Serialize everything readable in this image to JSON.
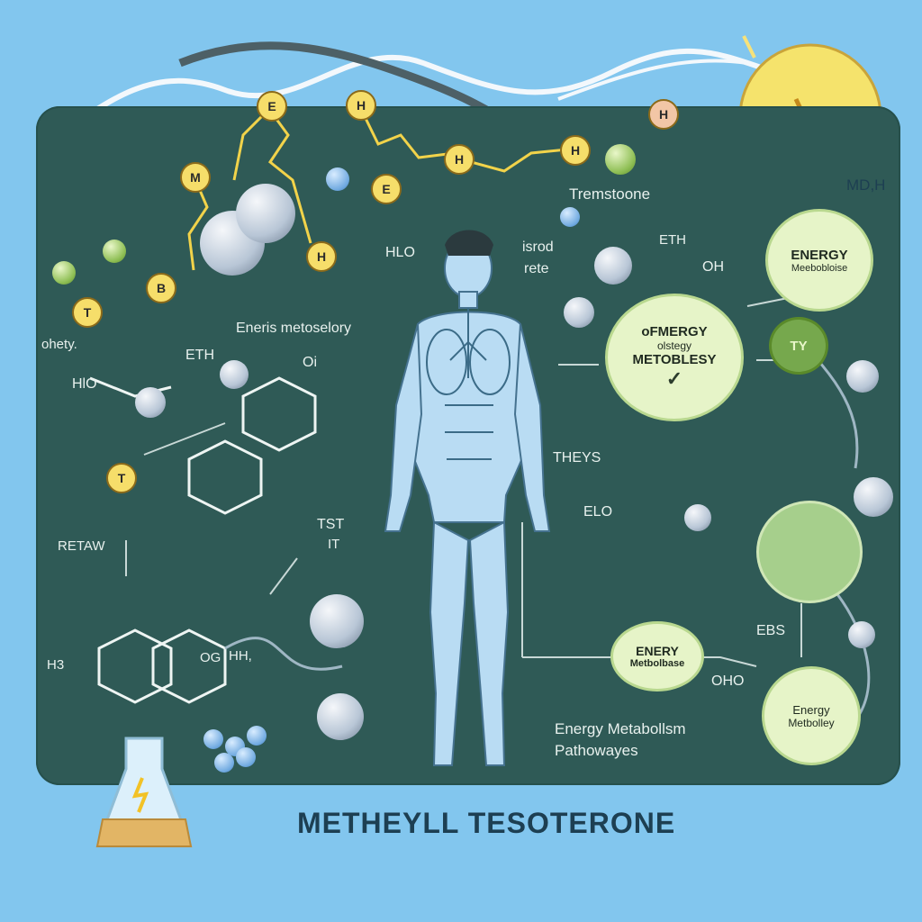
{
  "title": "METHEYLL TESOTERONE",
  "atoms": {
    "e1": "E",
    "h1": "H",
    "h2": "H",
    "m1": "M",
    "h3": "H",
    "e2": "E",
    "h4": "H",
    "h5": "H",
    "b1": "B",
    "t1": "T",
    "t2": "T"
  },
  "labels": {
    "tremstoone": "Tremstoone",
    "mdh": "MD,H",
    "hlo_top": "HLO",
    "isrod": "isrod",
    "rete": "rete",
    "eth_mid": "ETH",
    "oh_mid": "OH",
    "enerig": "Eneris metoselory",
    "oheity": "ohety.",
    "hlo_left": "HlO",
    "eth_left": "ETH",
    "oi": "Oi",
    "retaw": "RETAW",
    "tst": "TST",
    "it": "IT",
    "h3": "H3",
    "hh": "HH,",
    "og": "OG",
    "theys": "THEYS",
    "elo": "ELO",
    "ebs": "EBS",
    "oho": "OHO",
    "pathway_line1": "Energy Metabollsm",
    "pathway_line2": "Pathowayes"
  },
  "bubbles": {
    "big": {
      "l1": "oFMERGY",
      "l2": "olstegy",
      "l3": "METOBLESY"
    },
    "topright": {
      "l1": "ENERGY",
      "l2": "Meebobloise"
    },
    "midright": {
      "l1": "ENERY",
      "l2": "Metbolbase"
    },
    "bottomright": {
      "l1": "Energy",
      "l2": "Metbolley"
    },
    "ty": "TY"
  },
  "colors": {
    "background": "#82c6ee",
    "board": "#2f5a56",
    "bubble": "#e6f4c8",
    "atom_yellow": "#f6de6a"
  }
}
